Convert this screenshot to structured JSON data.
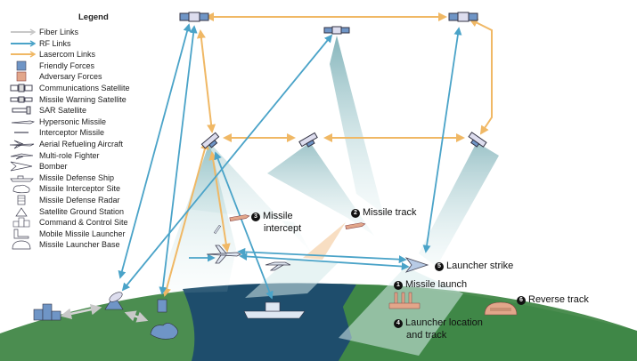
{
  "legend": {
    "title": "Legend",
    "items": [
      {
        "label": "Fiber Links",
        "icon": "fiber-link-icon"
      },
      {
        "label": "RF Links",
        "icon": "rf-link-icon"
      },
      {
        "label": "Lasercom Links",
        "icon": "lasercom-link-icon"
      },
      {
        "label": "Friendly Forces",
        "icon": "friendly-forces-icon"
      },
      {
        "label": "Adversary Forces",
        "icon": "adversary-forces-icon"
      },
      {
        "label": "Communications Satellite",
        "icon": "communications-satellite-icon"
      },
      {
        "label": "Missile Warning Satellite",
        "icon": "missile-warning-satellite-icon"
      },
      {
        "label": "SAR Satellite",
        "icon": "sar-satellite-icon"
      },
      {
        "label": "Hypersonic Missile",
        "icon": "hypersonic-missile-icon"
      },
      {
        "label": "Interceptor Missile",
        "icon": "interceptor-missile-icon"
      },
      {
        "label": "Aerial Refueling Aircraft",
        "icon": "aerial-refueling-aircraft-icon"
      },
      {
        "label": "Multi-role Fighter",
        "icon": "multi-role-fighter-icon"
      },
      {
        "label": "Bomber",
        "icon": "bomber-icon"
      },
      {
        "label": "Missile Defense Ship",
        "icon": "missile-defense-ship-icon"
      },
      {
        "label": "Missile Interceptor Site",
        "icon": "missile-interceptor-site-icon"
      },
      {
        "label": "Missile Defense Radar",
        "icon": "missile-defense-radar-icon"
      },
      {
        "label": "Satellite Ground Station",
        "icon": "satellite-ground-station-icon"
      },
      {
        "label": "Command & Control Site",
        "icon": "command-control-site-icon"
      },
      {
        "label": "Mobile Missile Launcher",
        "icon": "mobile-missile-launcher-icon"
      },
      {
        "label": "Missile Launcher Base",
        "icon": "missile-launcher-base-icon"
      }
    ]
  },
  "callouts": {
    "c1": {
      "num": "1",
      "label": "Missile launch"
    },
    "c2": {
      "num": "2",
      "label": "Missile track"
    },
    "c3": {
      "num": "3",
      "label": "Missile",
      "label2": "intercept"
    },
    "c4": {
      "num": "4",
      "label": "Launcher location",
      "label2": "and track"
    },
    "c5": {
      "num": "5",
      "label": "Launcher strike"
    },
    "c6": {
      "num": "6",
      "label": "Reverse track"
    }
  },
  "colors": {
    "fiber": "#c8c8c8",
    "rf": "#4aa3c8",
    "lasercom": "#f0b865",
    "friendly": "#6f95c6",
    "adversary": "#e2a68a",
    "ocean": "#1f4f6e",
    "land": "#4d8f52",
    "beam": "#5f9ea8"
  }
}
